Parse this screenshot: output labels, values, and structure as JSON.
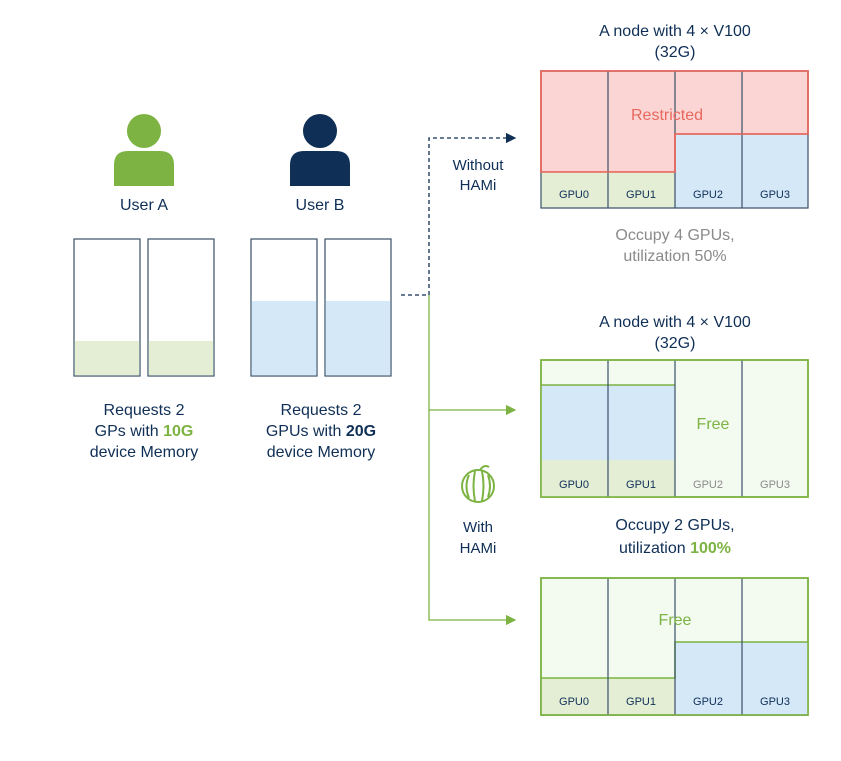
{
  "users": [
    {
      "name": "User A",
      "icon": "user-icon",
      "color": "#7cb342",
      "request_prefix": "Requests 2",
      "request_line2_prefix": "GPs with ",
      "request_mem": "10G",
      "request_line3": "device Memory",
      "fill_color": "#e3eed5"
    },
    {
      "name": "User B",
      "icon": "user-icon",
      "color": "#0f2f56",
      "request_prefix": "Requests 2",
      "request_line2_prefix": "GPUs with ",
      "request_mem": "20G",
      "request_line3": "device Memory",
      "fill_color": "#d4e8f8"
    }
  ],
  "branches": {
    "without_line1": "Without",
    "without_line2": "HAMi",
    "with_line1": "With",
    "with_line2": "HAMi",
    "hami_icon": "hami-melon-icon"
  },
  "nodes": {
    "top_title_line1": "A node with 4 × V100",
    "top_title_line2": "(32G)",
    "top_restricted": "Restricted",
    "top_caption_line1": "Occupy 4 GPUs,",
    "top_caption_line2": "utilization 50%",
    "mid_title_line1": "A node with 4 × V100",
    "mid_title_line2": "(32G)",
    "mid_free": "Free",
    "mid_caption_line1": "Occupy 2 GPUs,",
    "mid_caption_line2_prefix": "utilization ",
    "mid_caption_value": "100%",
    "bottom_free": "Free",
    "gpu_labels": [
      "GPU0",
      "GPU1",
      "GPU2",
      "GPU3"
    ]
  },
  "colors": {
    "navy": "#0f2f56",
    "green": "#7cb342",
    "restricted_red": "#e8685f",
    "restricted_fill": "#fbd5d3",
    "blue_fill": "#d4e8f8",
    "green_fill": "#e3eed5",
    "free_fill": "#f3faf0",
    "gray_text": "#8a8a8a"
  }
}
